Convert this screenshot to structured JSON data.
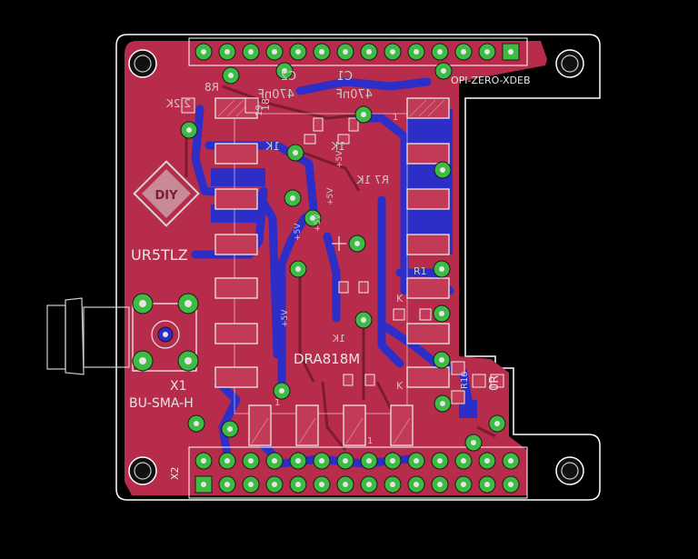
{
  "view": "PCB layout editor — board top view",
  "colors": {
    "background": "#000000",
    "copper_top": "#b72b4b",
    "copper_bottom": "#2d2dc8",
    "pad": "#c33a57",
    "via_ring": "#3dbb43",
    "silkscreen": "#e6e6e6",
    "outline": "#ffffff"
  },
  "board": {
    "name": "OPI-ZERO-XDEB",
    "logo": "DIY",
    "author": "UR5TLZ"
  },
  "components": {
    "module": "DRA818M",
    "connector_x1": "X1",
    "connector_x1_value": "BU-SMA-H",
    "header_x2": "X2",
    "cap_c1": "C1",
    "cap_c1_value": "470nF",
    "cap_c2": "C2",
    "cap_c2_value": "470nF",
    "r_ref": "R8",
    "r_value_2k2": "2.2K",
    "r_value_1k8": "18",
    "r1": "R1",
    "r_1k": "1K",
    "r_1k_b": "1K",
    "r_1k_c": "1K",
    "r7_label": "R7 1K",
    "r10": "R10",
    "r_0r": "0R",
    "r_k": "K",
    "r_k2": "K",
    "vplus_1": "+5V",
    "vplus_2": "+5V",
    "vplus_3": "+5V",
    "vplus_4": "+5V",
    "vplus_5": "+5V",
    "num_1": "1",
    "num_1b": "1",
    "num_19": "19",
    "num_1c": "1"
  }
}
